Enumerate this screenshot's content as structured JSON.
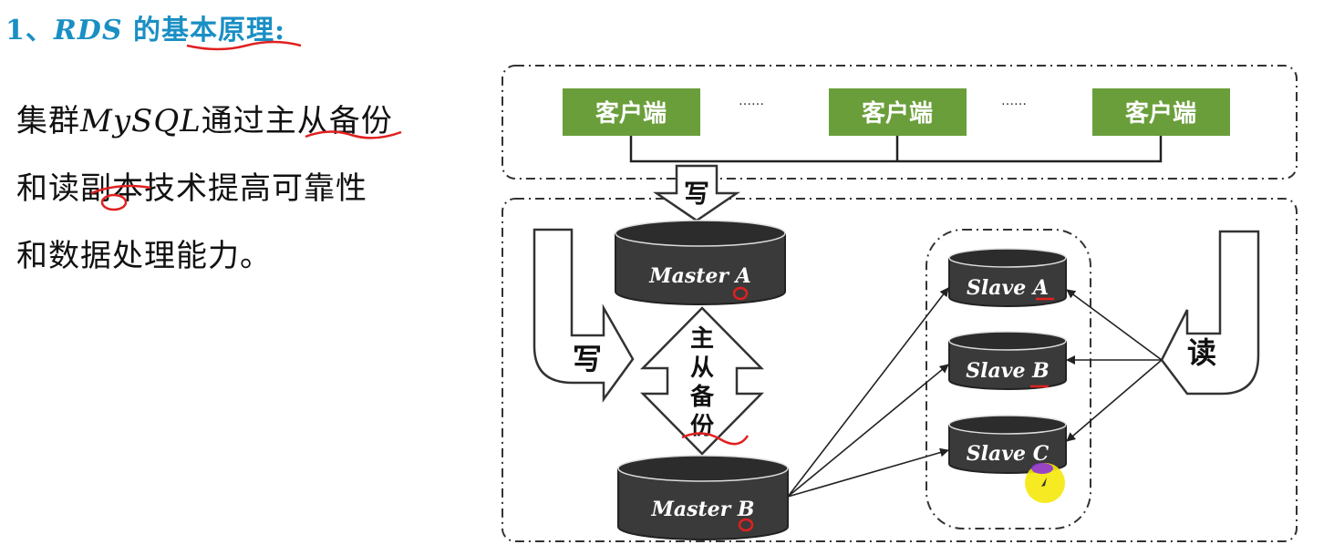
{
  "heading": {
    "number": "1、",
    "rds": "RDS",
    "rest": " 的基本原理:"
  },
  "paragraph": {
    "line1_a": "集群",
    "line1_b": "MySQL",
    "line1_c": "通过主从备份",
    "line2": "和读副本技术提高可靠性",
    "line3": "和数据处理能力。"
  },
  "diagram": {
    "clients": [
      "客户端",
      "客户端",
      "客户端"
    ],
    "ellipsis": [
      "……",
      "……"
    ],
    "write_top": "写",
    "write_left": "写",
    "read_right": "读",
    "backup": [
      "主",
      "从",
      "备",
      "份"
    ],
    "master_a": "Master A",
    "master_b": "Master B",
    "slave_a": "Slave A",
    "slave_b": "Slave B",
    "slave_c": "Slave C",
    "colors": {
      "client_green": "#6a9e3a",
      "db_dark": "#3a3a3a",
      "heading_blue": "#1a8fc4",
      "annotation_red": "#e02020"
    }
  }
}
